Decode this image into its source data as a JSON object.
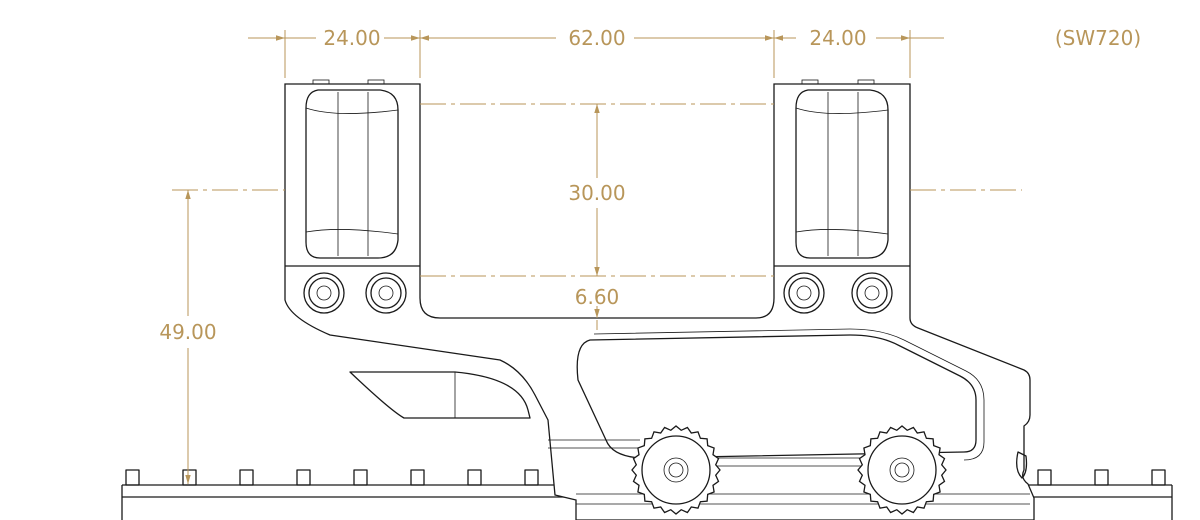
{
  "model_label": "(SW720)",
  "dimensions": {
    "ring_width_left": "24.00",
    "ring_spacing": "62.00",
    "ring_width_right": "24.00",
    "ring_diameter": "30.00",
    "base_gap": "6.60",
    "center_height": "49.00"
  },
  "colors": {
    "dimension": "#b8965a",
    "outline": "#1a1a1a",
    "background": "#ffffff"
  }
}
